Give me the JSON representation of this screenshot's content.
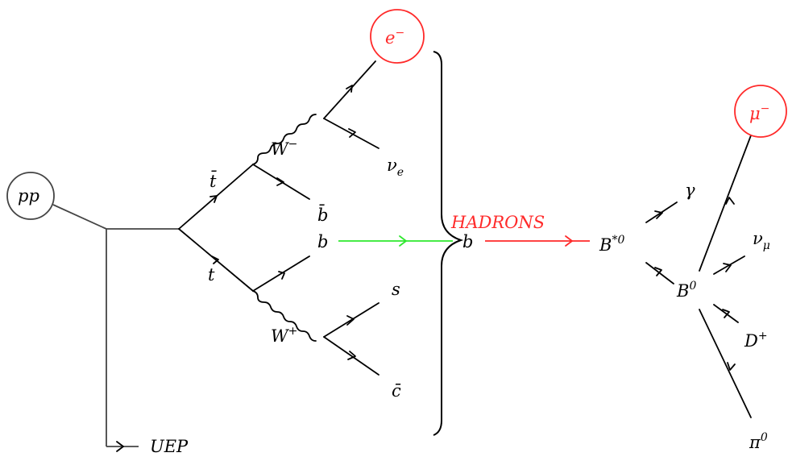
{
  "nodes": {
    "pp": "pp",
    "uep": "UEP",
    "e_minus": "e",
    "e_minus_sup": "−",
    "nu_e": "ν",
    "nu_e_sub": "e",
    "w_minus": "W",
    "w_minus_sup": "−",
    "w_plus": "W",
    "w_plus_sup": "+",
    "t_bar": "t̄",
    "t": "t",
    "b_bar": "b̄",
    "b": "b",
    "s": "s",
    "c_bar": "c̄",
    "hadrons": "HADRONS",
    "b_after": "b",
    "b_star": "B",
    "b_star_sup": "*0",
    "gamma": "γ",
    "b0": "B",
    "b0_sup": "0",
    "mu_minus": "μ",
    "mu_minus_sup": "−",
    "nu_mu": "ν",
    "nu_mu_sub": "μ",
    "d_plus": "D",
    "d_plus_sup": "+",
    "pi0": "π",
    "pi0_sup": "0"
  }
}
